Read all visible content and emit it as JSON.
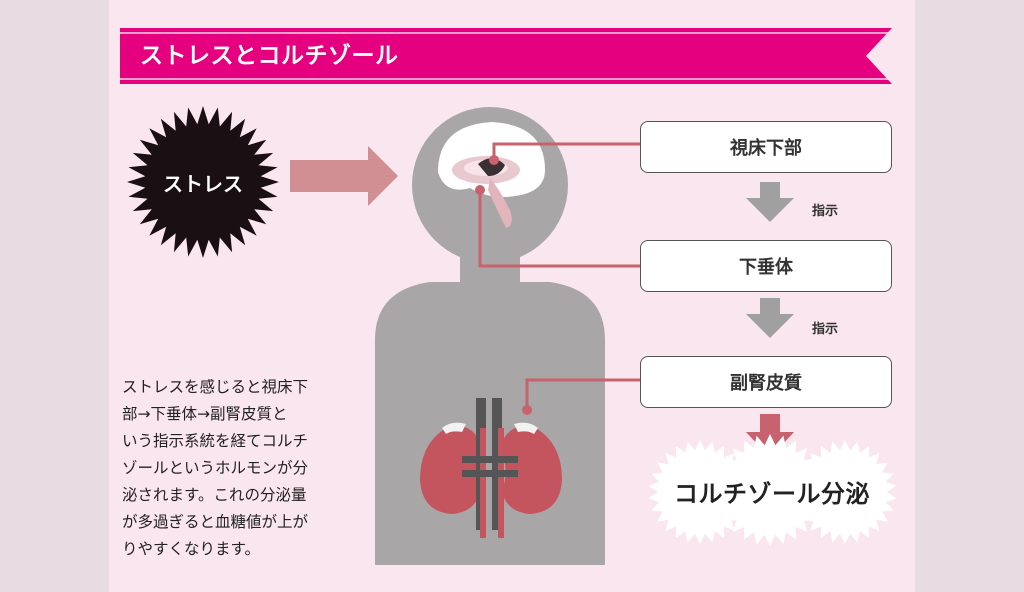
{
  "title": "ストレスとコルチゾール",
  "stress_label": "ストレス",
  "steps": [
    {
      "label": "視床下部"
    },
    {
      "label": "下垂体"
    },
    {
      "label": "副腎皮質"
    }
  ],
  "instruction_labels": [
    "指示",
    "指示"
  ],
  "result": "コルチゾール分泌",
  "description_lines": [
    "ストレスを感じると視床下",
    "部→下垂体→副腎皮質と",
    "いう指示系統を経てコルチ",
    "ゾールというホルモンが分",
    "泌されます。これの分泌量",
    "が多過ぎると血糖値が上が",
    "りやすくなります。"
  ],
  "colors": {
    "banner": "#e5007f",
    "background": "#fae6ee",
    "body_silhouette": "#a9a6a7",
    "connector": "#c8626e",
    "arrow_gray": "#a0a0a0",
    "arrow_red": "#c8626e",
    "stress_burst": "#1a0f12",
    "kidney": "#c4555e"
  },
  "icons": [
    "stress-burst-icon",
    "human-body-icon",
    "brain-icon",
    "kidney-icon"
  ]
}
